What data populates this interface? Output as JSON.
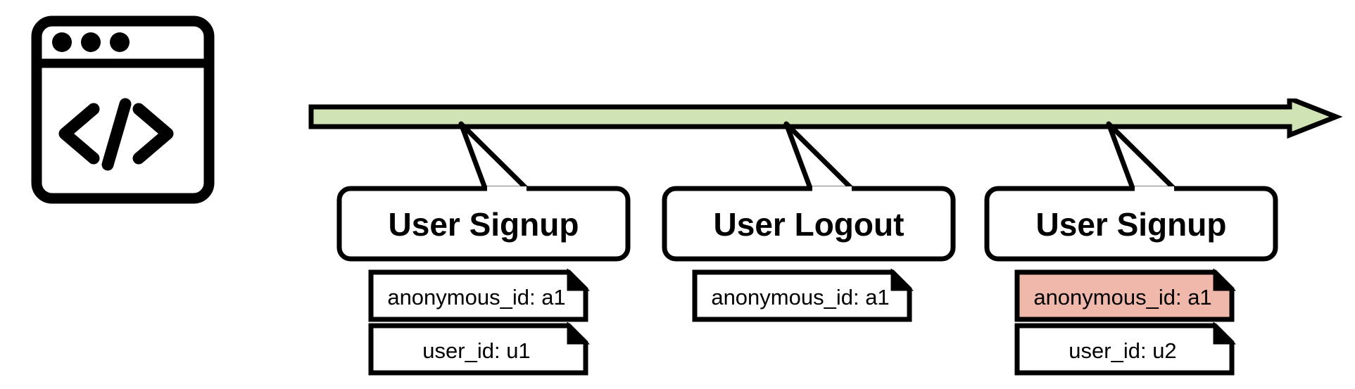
{
  "diagram": {
    "title_text": "",
    "icon": {
      "name": "code-window-icon",
      "label": "code window"
    },
    "timeline": {
      "label": "timeline-arrow",
      "direction": "right",
      "fill_color": "#cfe3b4",
      "stroke_color": "#000000"
    },
    "colors": {
      "timeline_green": "#cfe3b4",
      "highlight_salmon": "#f0b8aa",
      "stroke": "#000000",
      "background": "#ffffff",
      "note_white": "#ffffff"
    },
    "events": [
      {
        "id": "event-1",
        "label": "User Signup",
        "notes": [
          {
            "id": "note-1-anonymous-id",
            "text": "anonymous_id: a1",
            "highlighted": false,
            "fill": "#ffffff"
          },
          {
            "id": "note-1-user-id",
            "text": "user_id: u1",
            "highlighted": false,
            "fill": "#ffffff"
          }
        ]
      },
      {
        "id": "event-2",
        "label": "User Logout",
        "notes": [
          {
            "id": "note-2-anonymous-id",
            "text": "anonymous_id: a1",
            "highlighted": false,
            "fill": "#ffffff"
          }
        ]
      },
      {
        "id": "event-3",
        "label": "User Signup",
        "notes": [
          {
            "id": "note-3-anonymous-id",
            "text": "anonymous_id: a1",
            "highlighted": true,
            "fill": "#f0b8aa"
          },
          {
            "id": "note-3-user-id",
            "text": "user_id: u2",
            "highlighted": false,
            "fill": "#ffffff"
          }
        ]
      }
    ]
  }
}
